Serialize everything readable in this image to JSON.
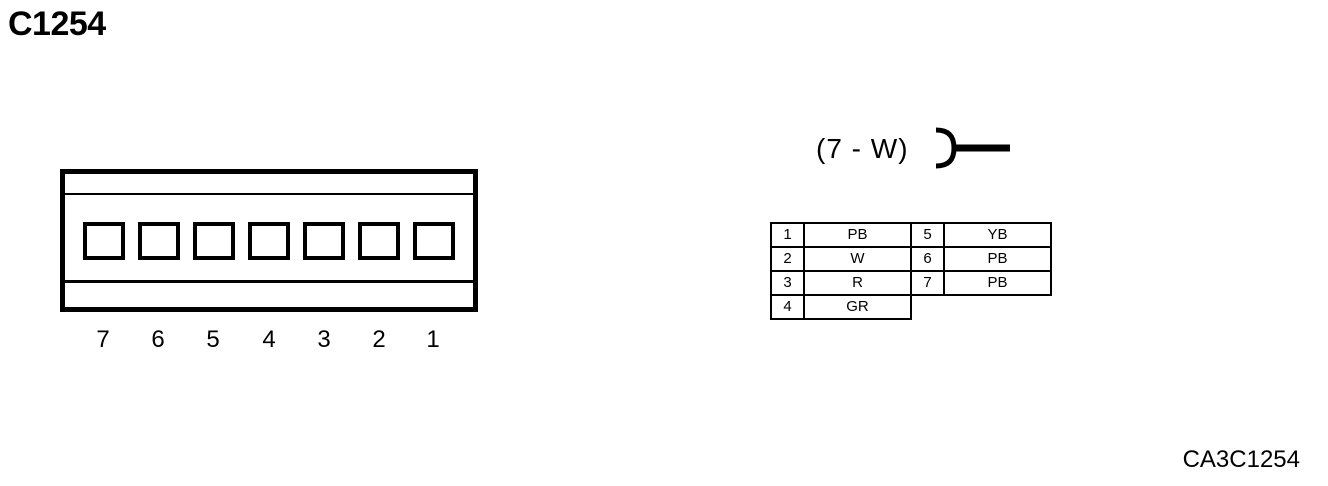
{
  "title": "C1254",
  "connector": {
    "pin_labels": [
      "7",
      "6",
      "5",
      "4",
      "3",
      "2",
      "1"
    ]
  },
  "connector_id": "(7 - W)",
  "pin_table": {
    "left": [
      {
        "pin": "1",
        "color": "PB"
      },
      {
        "pin": "2",
        "color": "W"
      },
      {
        "pin": "3",
        "color": "R"
      },
      {
        "pin": "4",
        "color": "GR"
      }
    ],
    "right": [
      {
        "pin": "5",
        "color": "YB"
      },
      {
        "pin": "6",
        "color": "PB"
      },
      {
        "pin": "7",
        "color": "PB"
      }
    ]
  },
  "figure_code": "CA3C1254"
}
